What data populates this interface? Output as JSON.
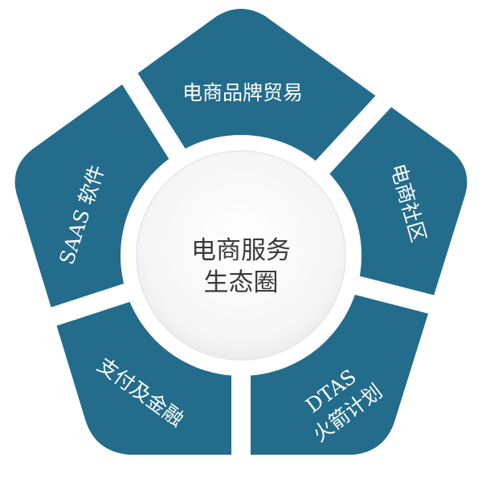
{
  "center": {
    "line1": "电商服务",
    "line2": "生态圈"
  },
  "segments": [
    {
      "id": "top",
      "label": "电商品牌贸易"
    },
    {
      "id": "right",
      "label": "电商社区"
    },
    {
      "id": "bottom-right",
      "line1": "DTAS",
      "line2": "火箭计划"
    },
    {
      "id": "bottom-left",
      "label": "支付及金融"
    },
    {
      "id": "left",
      "label": "SAAS 软件"
    }
  ],
  "colors": {
    "segment_fill": "#236c8c",
    "center_fill": "#f4f4f4",
    "center_ring": "#e6e6e6",
    "center_text": "#3a3a3a",
    "segment_text": "#ffffff"
  }
}
